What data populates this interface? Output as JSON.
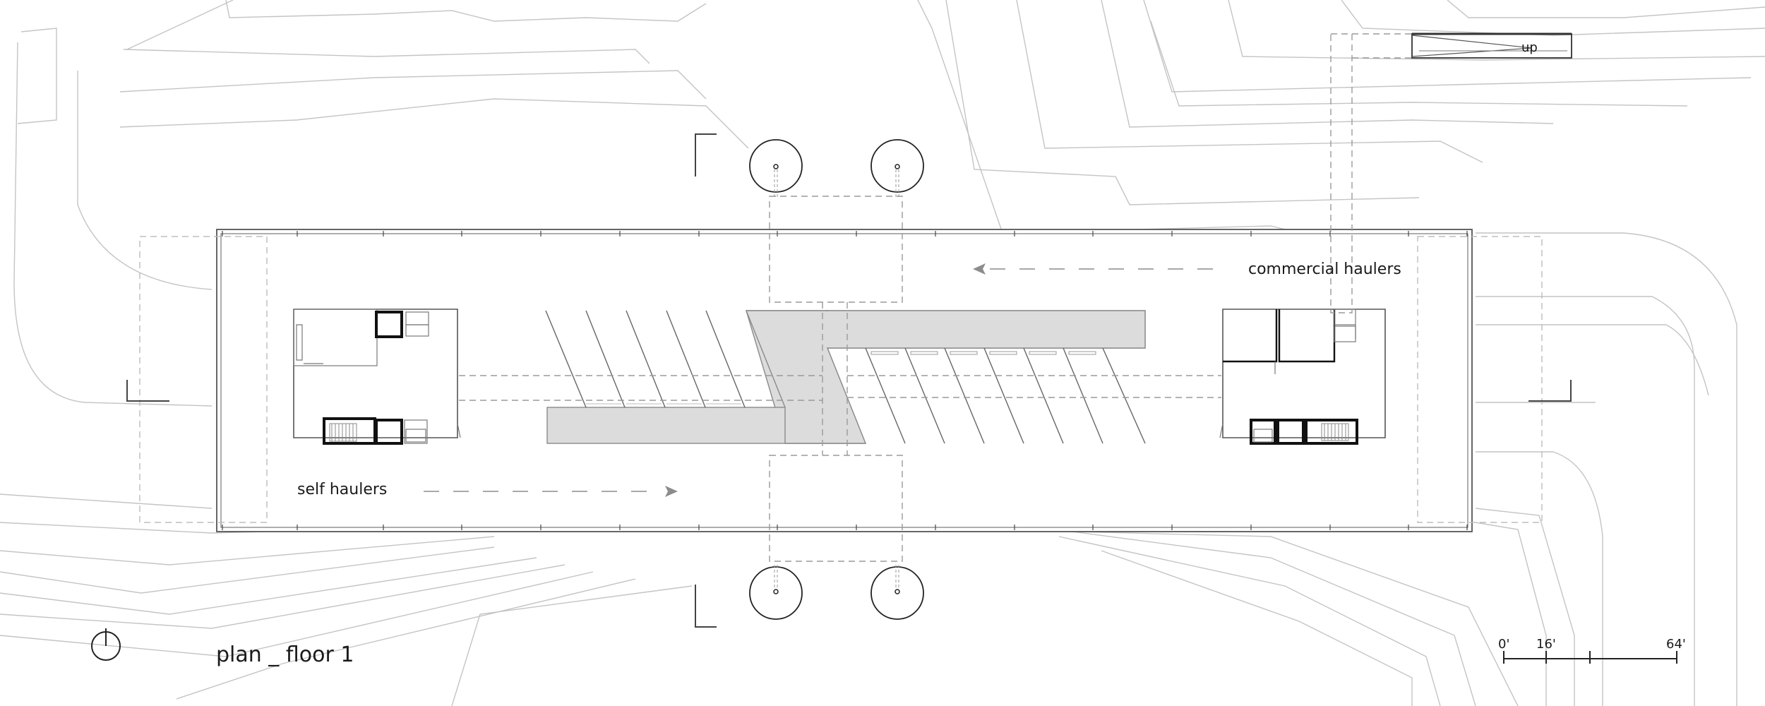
{
  "title": "plan _ floor 1",
  "labels": {
    "commercial": "commercial haulers",
    "self": "self haulers",
    "up": "up"
  },
  "scale_bar": {
    "ticks": [
      "0'",
      "16'",
      "64'"
    ]
  },
  "icons": {
    "north": "north-arrow-icon"
  }
}
